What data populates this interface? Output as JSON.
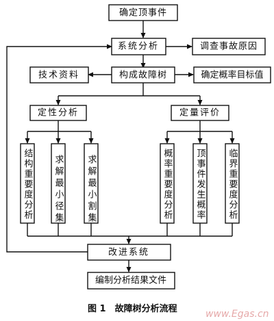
{
  "nodes": {
    "top_event": "确定顶事件",
    "system_analysis": "系统分析",
    "investigate": "调查事故原因",
    "tech_data": "技术资料",
    "build_tree": "构成故障树",
    "prob_target": "确定概率目标值",
    "qualitative": "定性分析",
    "quantitative": "定量评价",
    "structural_importance": "结构重要度分析",
    "min_path": "求解最小径集",
    "min_cut": "求解最小割集",
    "prob_importance": "概率重要度分析",
    "top_prob": "顶事件发生概率",
    "critical_importance": "临界重要度分析",
    "improve": "改进系统",
    "report": "编制分析结果文件"
  },
  "caption": "图 1　故障树分析流程",
  "watermark": "www.Egas.cn"
}
